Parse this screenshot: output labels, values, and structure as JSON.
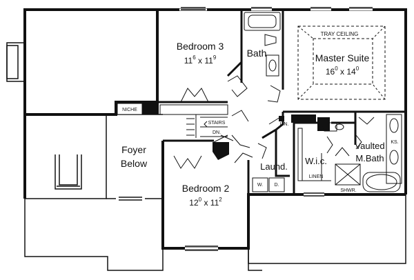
{
  "plan": {
    "rooms": [
      {
        "id": "bedroom3",
        "name": "Bedroom 3",
        "dims_w": "11",
        "dims_w_sup": "6",
        "dims_h": "11",
        "dims_h_sup": "9"
      },
      {
        "id": "bath",
        "name": "Bath"
      },
      {
        "id": "master",
        "name": "Master Suite",
        "dims_w": "16",
        "dims_w_sup": "0",
        "dims_h": "14",
        "dims_h_sup": "0",
        "ceiling": "TRAY CEILING"
      },
      {
        "id": "foyer",
        "name_line1": "Foyer",
        "name_line2": "Below"
      },
      {
        "id": "bedroom2",
        "name": "Bedroom 2",
        "dims_w": "12",
        "dims_w_sup": "0",
        "dims_h": "11",
        "dims_h_sup": "2"
      },
      {
        "id": "laundry",
        "name": "Laund."
      },
      {
        "id": "wic",
        "name": "W.i.c."
      },
      {
        "id": "mbath",
        "name_line1": "Vaulted",
        "name_line2": "M.Bath"
      }
    ],
    "labels": {
      "niche": "NICHE",
      "stairs": "STAIRS",
      "dn": "DN.",
      "lin": "LIN.",
      "linen": "LINEN",
      "shwr": "SHWR.",
      "ks": "KS.",
      "w": "W.",
      "d": "D.",
      "x": "x"
    }
  }
}
